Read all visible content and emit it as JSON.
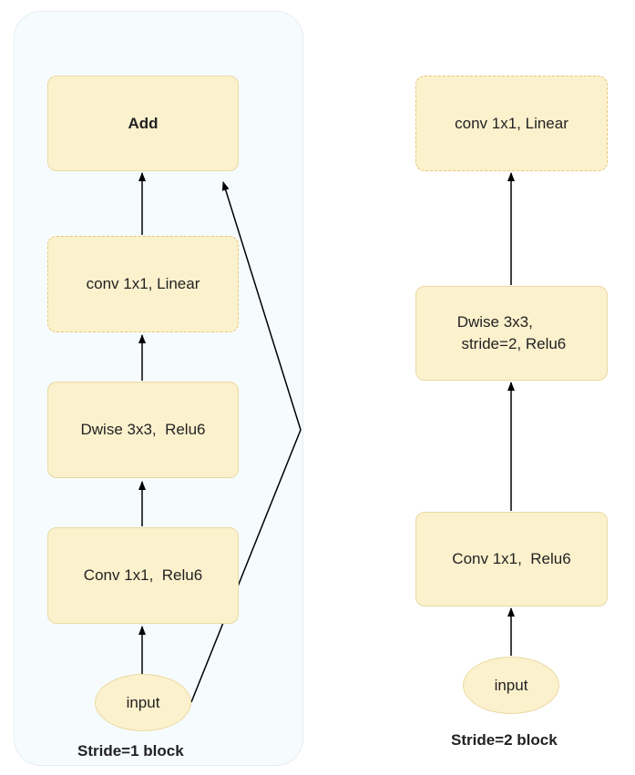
{
  "diagram": {
    "stride1": {
      "caption": "Stride=1 block",
      "add": "Add",
      "conv_linear": "conv 1x1, Linear",
      "dwise": "Dwise 3x3,  Relu6",
      "conv_relu": "Conv 1x1,  Relu6",
      "input": "input"
    },
    "stride2": {
      "caption": "Stride=2 block",
      "conv_linear": "conv 1x1, Linear",
      "dwise": "Dwise 3x3,\n stride=2, Relu6",
      "conv_relu": "Conv 1x1,  Relu6",
      "input": "input"
    }
  }
}
